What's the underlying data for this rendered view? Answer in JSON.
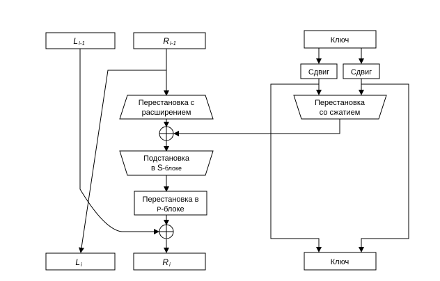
{
  "left": {
    "l_prev": {
      "base": "L",
      "sub": "i-1"
    },
    "r_prev": {
      "base": "R",
      "sub": "i-1"
    },
    "expansion_perm": {
      "line1": "Перестановка с",
      "line2": "расширением"
    },
    "s_block": {
      "line1": "Подстановка",
      "line2_prefix": "в ",
      "line2_letter": "S",
      "line2_suffix": "-блоке"
    },
    "p_block": {
      "line1": "Перестановка в",
      "line2_letter": "P",
      "line2_suffix": "-блоке"
    },
    "l_next": {
      "base": "L",
      "sub": "i"
    },
    "r_next": {
      "base": "R",
      "sub": "i"
    }
  },
  "right": {
    "key_in": "Ключ",
    "shift_left": "Сдвиг",
    "shift_right": "Сдвиг",
    "compression_perm": {
      "line1": "Перестановка",
      "line2": "со сжатием"
    },
    "key_out": "Ключ"
  }
}
